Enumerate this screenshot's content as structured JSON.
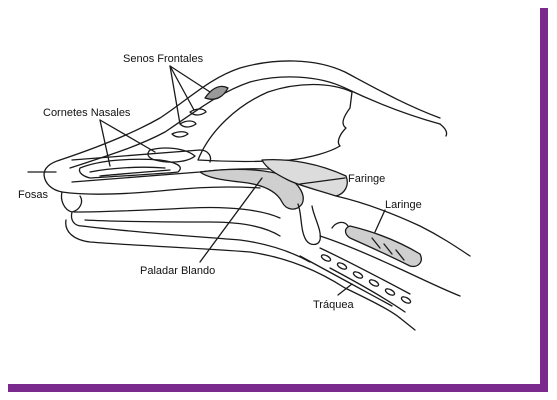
{
  "colors": {
    "frame_shadow": "#7a2a8c",
    "line": "#1a1a1a",
    "shade": "#cfcfcf",
    "background": "#ffffff"
  },
  "labels": {
    "senos_frontales": "Senos Frontales",
    "cornetes_nasales": "Cornetes Nasales",
    "fosas": "Fosas",
    "faringe": "Faringe",
    "laringe": "Laringe",
    "paladar_blando": "Paladar Blando",
    "traquea": "Tráquea"
  }
}
